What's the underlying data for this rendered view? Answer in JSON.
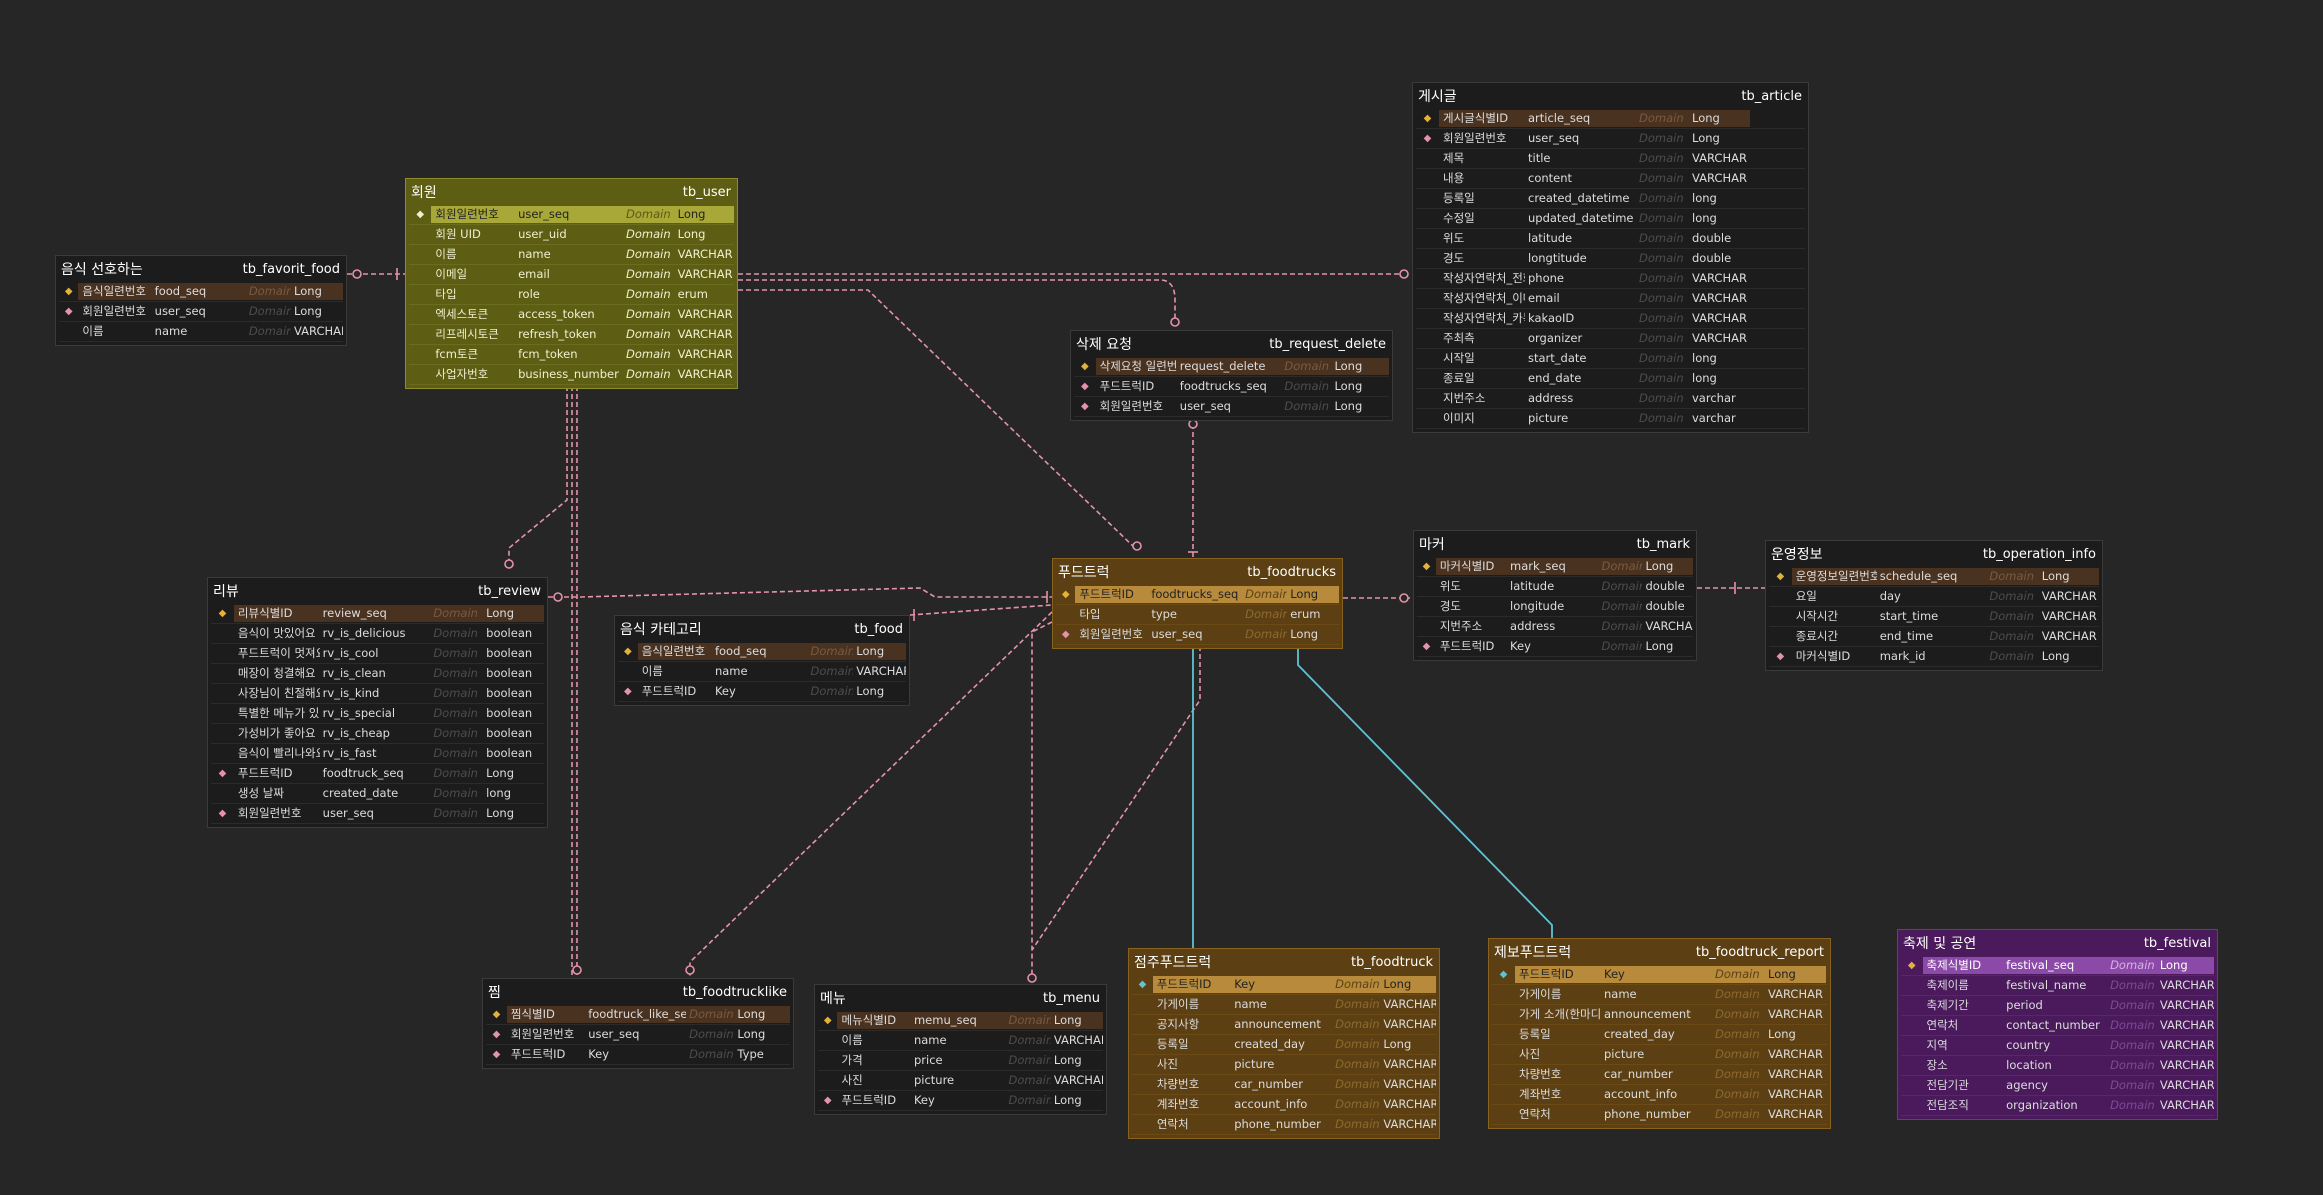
{
  "colors": {
    "background": "#262626",
    "fk_link": "#e493a8",
    "teal_link": "#5fc3d3",
    "olive": "#5d5d14",
    "amber": "#5c3f12",
    "purple": "#4a1a5c"
  },
  "entities": {
    "tb_favorit_food": {
      "title": "음식 선호하는",
      "table": "tb_favorit_food",
      "rows": [
        {
          "key": "pk",
          "logical": "음식일련번호",
          "physical": "food_seq",
          "domain": "Domain",
          "type": "Long"
        },
        {
          "key": "fk",
          "logical": "회원일련번호",
          "physical": "user_seq",
          "domain": "Domain",
          "type": "Long"
        },
        {
          "key": "",
          "logical": "이름",
          "physical": "name",
          "domain": "Domain",
          "type": "VARCHAR"
        }
      ]
    },
    "tb_user": {
      "title": "회원",
      "table": "tb_user",
      "rows": [
        {
          "key": "pk",
          "logical": "회원일련번호",
          "physical": "user_seq",
          "domain": "Domain",
          "type": "Long"
        },
        {
          "key": "",
          "logical": "회원 UID",
          "physical": "user_uid",
          "domain": "Domain",
          "type": "Long"
        },
        {
          "key": "",
          "logical": "이름",
          "physical": "name",
          "domain": "Domain",
          "type": "VARCHAR"
        },
        {
          "key": "",
          "logical": "이메일",
          "physical": "email",
          "domain": "Domain",
          "type": "VARCHAR"
        },
        {
          "key": "",
          "logical": "타입",
          "physical": "role",
          "domain": "Domain",
          "type": "erum"
        },
        {
          "key": "",
          "logical": "엑세스토큰",
          "physical": "access_token",
          "domain": "Domain",
          "type": "VARCHAR"
        },
        {
          "key": "",
          "logical": "리프레시토큰",
          "physical": "refresh_token",
          "domain": "Domain",
          "type": "VARCHAR"
        },
        {
          "key": "",
          "logical": "fcm토큰",
          "physical": "fcm_token",
          "domain": "Domain",
          "type": "VARCHAR"
        },
        {
          "key": "",
          "logical": "사업자번호",
          "physical": "business_number",
          "domain": "Domain",
          "type": "VARCHAR"
        }
      ]
    },
    "tb_article": {
      "title": "게시글",
      "table": "tb_article",
      "rows": [
        {
          "key": "pk",
          "logical": "게시글식별ID",
          "physical": "article_seq",
          "domain": "Domain",
          "type": "Long"
        },
        {
          "key": "fk",
          "logical": "회원일련번호",
          "physical": "user_seq",
          "domain": "Domain",
          "type": "Long"
        },
        {
          "key": "",
          "logical": "제목",
          "physical": "title",
          "domain": "Domain",
          "type": "VARCHAR"
        },
        {
          "key": "",
          "logical": "내용",
          "physical": "content",
          "domain": "Domain",
          "type": "VARCHAR"
        },
        {
          "key": "",
          "logical": "등록일",
          "physical": "created_datetime",
          "domain": "Domain",
          "type": "long"
        },
        {
          "key": "",
          "logical": "수정일",
          "physical": "updated_datetime",
          "domain": "Domain",
          "type": "long"
        },
        {
          "key": "",
          "logical": "위도",
          "physical": "latitude",
          "domain": "Domain",
          "type": "double"
        },
        {
          "key": "",
          "logical": "경도",
          "physical": "longtitude",
          "domain": "Domain",
          "type": "double"
        },
        {
          "key": "",
          "logical": "작성자연락처_전화번호",
          "physical": "phone",
          "domain": "Domain",
          "type": "VARCHAR"
        },
        {
          "key": "",
          "logical": "작성자연락처_이메일",
          "physical": "email",
          "domain": "Domain",
          "type": "VARCHAR"
        },
        {
          "key": "",
          "logical": "작성자연락처_카톡아이디",
          "physical": "kakaoID",
          "domain": "Domain",
          "type": "VARCHAR"
        },
        {
          "key": "",
          "logical": "주최측",
          "physical": "organizer",
          "domain": "Domain",
          "type": "VARCHAR"
        },
        {
          "key": "",
          "logical": "시작일",
          "physical": "start_date",
          "domain": "Domain",
          "type": "long"
        },
        {
          "key": "",
          "logical": "종료일",
          "physical": "end_date",
          "domain": "Domain",
          "type": "long"
        },
        {
          "key": "",
          "logical": "지번주소",
          "physical": "address",
          "domain": "Domain",
          "type": "varchar"
        },
        {
          "key": "",
          "logical": "이미지",
          "physical": "picture",
          "domain": "Domain",
          "type": "varchar"
        }
      ]
    },
    "tb_request_delete": {
      "title": "삭제 요청",
      "table": "tb_request_delete",
      "rows": [
        {
          "key": "pk",
          "logical": "삭제요청 일련번호",
          "physical": "request_delete",
          "domain": "Domain",
          "type": "Long"
        },
        {
          "key": "fk",
          "logical": "푸드트럭ID",
          "physical": "foodtrucks_seq",
          "domain": "Domain",
          "type": "Long"
        },
        {
          "key": "fk",
          "logical": "회원일련번호",
          "physical": "user_seq",
          "domain": "Domain",
          "type": "Long"
        }
      ]
    },
    "tb_review": {
      "title": "리뷰",
      "table": "tb_review",
      "rows": [
        {
          "key": "pk",
          "logical": "리뷰식별ID",
          "physical": "review_seq",
          "domain": "Domain",
          "type": "Long"
        },
        {
          "key": "",
          "logical": "음식이 맛있어요",
          "physical": "rv_is_delicious",
          "domain": "Domain",
          "type": "boolean"
        },
        {
          "key": "",
          "logical": "푸드트럭이 멋져요",
          "physical": "rv_is_cool",
          "domain": "Domain",
          "type": "boolean"
        },
        {
          "key": "",
          "logical": "매장이 청결해요",
          "physical": "rv_is_clean",
          "domain": "Domain",
          "type": "boolean"
        },
        {
          "key": "",
          "logical": "사장님이 친절해요",
          "physical": "rv_is_kind",
          "domain": "Domain",
          "type": "boolean"
        },
        {
          "key": "",
          "logical": "특별한 메뉴가 있어요",
          "physical": "rv_is_special",
          "domain": "Domain",
          "type": "boolean"
        },
        {
          "key": "",
          "logical": "가성비가 좋아요",
          "physical": "rv_is_cheap",
          "domain": "Domain",
          "type": "boolean"
        },
        {
          "key": "",
          "logical": "음식이 빨리나와요",
          "physical": "rv_is_fast",
          "domain": "Domain",
          "type": "boolean"
        },
        {
          "key": "fk",
          "logical": "푸드트럭ID",
          "physical": "foodtruck_seq",
          "domain": "Domain",
          "type": "Long"
        },
        {
          "key": "",
          "logical": "생성 날짜",
          "physical": "created_date",
          "domain": "Domain",
          "type": "long"
        },
        {
          "key": "fk",
          "logical": "회원일련번호",
          "physical": "user_seq",
          "domain": "Domain",
          "type": "Long"
        }
      ]
    },
    "tb_food": {
      "title": "음식 카테고리",
      "table": "tb_food",
      "rows": [
        {
          "key": "pk",
          "logical": "음식일련번호",
          "physical": "food_seq",
          "domain": "Domain",
          "type": "Long"
        },
        {
          "key": "",
          "logical": "이름",
          "physical": "name",
          "domain": "Domain",
          "type": "VARCHAR"
        },
        {
          "key": "fk",
          "logical": "푸드트럭ID",
          "physical": "Key",
          "domain": "Domain",
          "type": "Long"
        }
      ]
    },
    "tb_foodtrucks": {
      "title": "푸드트럭",
      "table": "tb_foodtrucks",
      "rows": [
        {
          "key": "pk",
          "logical": "푸드트럭ID",
          "physical": "foodtrucks_seq",
          "domain": "Domain",
          "type": "Long"
        },
        {
          "key": "",
          "logical": "타입",
          "physical": "type",
          "domain": "Domain",
          "type": "erum"
        },
        {
          "key": "fk",
          "logical": "회원일련번호",
          "physical": "user_seq",
          "domain": "Domain",
          "type": "Long"
        }
      ]
    },
    "tb_mark": {
      "title": "마커",
      "table": "tb_mark",
      "rows": [
        {
          "key": "pk",
          "logical": "마커식별ID",
          "physical": "mark_seq",
          "domain": "Domain",
          "type": "Long"
        },
        {
          "key": "",
          "logical": "위도",
          "physical": "latitude",
          "domain": "Domain",
          "type": "double"
        },
        {
          "key": "",
          "logical": "경도",
          "physical": "longitude",
          "domain": "Domain",
          "type": "double"
        },
        {
          "key": "",
          "logical": "지번주소",
          "physical": "address",
          "domain": "Domain",
          "type": "VARCHAR"
        },
        {
          "key": "fk",
          "logical": "푸드트럭ID",
          "physical": "Key",
          "domain": "Domain",
          "type": "Long"
        }
      ]
    },
    "tb_operation_info": {
      "title": "운영정보",
      "table": "tb_operation_info",
      "rows": [
        {
          "key": "pk",
          "logical": "운영정보일련번호",
          "physical": "schedule_seq",
          "domain": "Domain",
          "type": "Long"
        },
        {
          "key": "",
          "logical": "요일",
          "physical": "day",
          "domain": "Domain",
          "type": "VARCHAR"
        },
        {
          "key": "",
          "logical": "시작시간",
          "physical": "start_time",
          "domain": "Domain",
          "type": "VARCHAR"
        },
        {
          "key": "",
          "logical": "종료시간",
          "physical": "end_time",
          "domain": "Domain",
          "type": "VARCHAR"
        },
        {
          "key": "fk",
          "logical": "마커식별ID",
          "physical": "mark_id",
          "domain": "Domain",
          "type": "Long"
        }
      ]
    },
    "tb_foodtrucklike": {
      "title": "찜",
      "table": "tb_foodtrucklike",
      "rows": [
        {
          "key": "pk",
          "logical": "찜식별ID",
          "physical": "foodtruck_like_seq",
          "domain": "Domain",
          "type": "Long"
        },
        {
          "key": "fk",
          "logical": "회원일련번호",
          "physical": "user_seq",
          "domain": "Domain",
          "type": "Long"
        },
        {
          "key": "fk",
          "logical": "푸드트럭ID",
          "physical": "Key",
          "domain": "Domain",
          "type": "Type"
        }
      ]
    },
    "tb_menu": {
      "title": "메뉴",
      "table": "tb_menu",
      "rows": [
        {
          "key": "pk",
          "logical": "메뉴식별ID",
          "physical": "memu_seq",
          "domain": "Domain",
          "type": "Long"
        },
        {
          "key": "",
          "logical": "이름",
          "physical": "name",
          "domain": "Domain",
          "type": "VARCHAR"
        },
        {
          "key": "",
          "logical": "가격",
          "physical": "price",
          "domain": "Domain",
          "type": "Long"
        },
        {
          "key": "",
          "logical": "사진",
          "physical": "picture",
          "domain": "Domain",
          "type": "VARCHAR"
        },
        {
          "key": "fk",
          "logical": "푸드트럭ID",
          "physical": "Key",
          "domain": "Domain",
          "type": "Long"
        }
      ]
    },
    "tb_foodtruck": {
      "title": "점주푸드트럭",
      "table": "tb_foodtruck",
      "rows": [
        {
          "key": "pk2",
          "logical": "푸드트럭ID",
          "physical": "Key",
          "domain": "Domain",
          "type": "Long"
        },
        {
          "key": "",
          "logical": "가게이름",
          "physical": "name",
          "domain": "Domain",
          "type": "VARCHAR"
        },
        {
          "key": "",
          "logical": "공지사항",
          "physical": "announcement",
          "domain": "Domain",
          "type": "VARCHAR"
        },
        {
          "key": "",
          "logical": "등록일",
          "physical": "created_day",
          "domain": "Domain",
          "type": "Long"
        },
        {
          "key": "",
          "logical": "사진",
          "physical": "picture",
          "domain": "Domain",
          "type": "VARCHAR"
        },
        {
          "key": "",
          "logical": "차량번호",
          "physical": "car_number",
          "domain": "Domain",
          "type": "VARCHAR"
        },
        {
          "key": "",
          "logical": "계좌번호",
          "physical": "account_info",
          "domain": "Domain",
          "type": "VARCHAR"
        },
        {
          "key": "",
          "logical": "연락처",
          "physical": "phone_number",
          "domain": "Domain",
          "type": "VARCHAR"
        }
      ]
    },
    "tb_foodtruck_report": {
      "title": "제보푸드트럭",
      "table": "tb_foodtruck_report",
      "rows": [
        {
          "key": "pk2",
          "logical": "푸드트럭ID",
          "physical": "Key",
          "domain": "Domain",
          "type": "Long"
        },
        {
          "key": "",
          "logical": "가게이름",
          "physical": "name",
          "domain": "Domain",
          "type": "VARCHAR"
        },
        {
          "key": "",
          "logical": "가게 소개(한마디)",
          "physical": "announcement",
          "domain": "Domain",
          "type": "VARCHAR"
        },
        {
          "key": "",
          "logical": "등록일",
          "physical": "created_day",
          "domain": "Domain",
          "type": "Long"
        },
        {
          "key": "",
          "logical": "사진",
          "physical": "picture",
          "domain": "Domain",
          "type": "VARCHAR"
        },
        {
          "key": "",
          "logical": "차량번호",
          "physical": "car_number",
          "domain": "Domain",
          "type": "VARCHAR"
        },
        {
          "key": "",
          "logical": "계좌번호",
          "physical": "account_info",
          "domain": "Domain",
          "type": "VARCHAR"
        },
        {
          "key": "",
          "logical": "연락처",
          "physical": "phone_number",
          "domain": "Domain",
          "type": "VARCHAR"
        }
      ]
    },
    "tb_festival": {
      "title": "축제 및 공연",
      "table": "tb_festival",
      "rows": [
        {
          "key": "pk",
          "logical": "축제식별ID",
          "physical": "festival_seq",
          "domain": "Domain",
          "type": "Long"
        },
        {
          "key": "",
          "logical": "축제이름",
          "physical": "festival_name",
          "domain": "Domain",
          "type": "VARCHAR"
        },
        {
          "key": "",
          "logical": "축제기간",
          "physical": "period",
          "domain": "Domain",
          "type": "VARCHAR"
        },
        {
          "key": "",
          "logical": "연락처",
          "physical": "contact_number",
          "domain": "Domain",
          "type": "VARCHAR"
        },
        {
          "key": "",
          "logical": "지역",
          "physical": "country",
          "domain": "Domain",
          "type": "VARCHAR"
        },
        {
          "key": "",
          "logical": "장소",
          "physical": "location",
          "domain": "Domain",
          "type": "VARCHAR"
        },
        {
          "key": "",
          "logical": "전담기관",
          "physical": "agency",
          "domain": "Domain",
          "type": "VARCHAR"
        },
        {
          "key": "",
          "logical": "전담조직",
          "physical": "organization",
          "domain": "Domain",
          "type": "VARCHAR"
        }
      ]
    }
  }
}
